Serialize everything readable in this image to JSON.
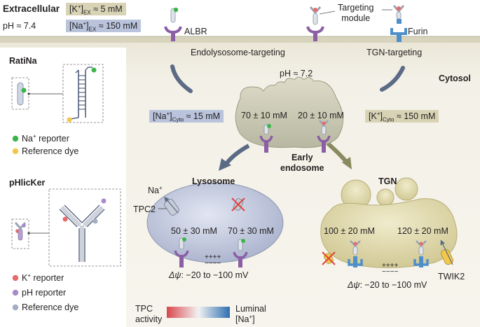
{
  "extracellular": {
    "title": "Extracellular",
    "ph": "pH ≈ 7.4",
    "k_ex": {
      "pre": "[K",
      "sup": "+",
      "mid": "]",
      "sub": "EX",
      "post": " ≈ 5 mM"
    },
    "na_ex": {
      "pre": "[Na",
      "sup": "+",
      "mid": "]",
      "sub": "EX",
      "post": " ≈ 150 mM"
    }
  },
  "membrane": {
    "albr": "ALBR",
    "targeting_module": "Targeting\nmodule",
    "furin": "Furin",
    "endolysosome_targeting": "Endolysosome-targeting",
    "tgn_targeting": "TGN-targeting"
  },
  "cytosol": {
    "title": "Cytosol",
    "na_cyto": {
      "pre": "[Na",
      "sup": "+",
      "mid": "]",
      "sub": "Cyto",
      "post": " ≈ 15 mM"
    },
    "k_cyto": {
      "pre": "[K",
      "sup": "+",
      "mid": "]",
      "sub": "Cyto",
      "post": " ≈ 150 mM"
    }
  },
  "legend": {
    "ratina_title": "RatiNa",
    "na_reporter": {
      "text": "Na",
      "sup": "+",
      "post": " reporter"
    },
    "reference_dye_1": "Reference dye",
    "phlicker_title": "pHlicKer",
    "k_reporter": {
      "text": "K",
      "sup": "+",
      "post": " reporter"
    },
    "ph_reporter": "pH reporter",
    "reference_dye_2": "Reference dye"
  },
  "early_endosome": {
    "ph": "pH ≈ 7.2",
    "na_value": "70 ± 10 mM",
    "k_value": "20 ± 10 mM",
    "label": "Early\nendosome"
  },
  "lysosome": {
    "title": "Lysosome",
    "na_ion": {
      "text": "Na",
      "sup": "+"
    },
    "tpc2": "TPC2",
    "na_value": "50 ± 30 mM",
    "k_value": "70 ± 30 mM",
    "plus": "++++",
    "minus": "−−−−",
    "potential": {
      "sym": "Δψ",
      "post": ": −20 to −100 mV"
    }
  },
  "tgn": {
    "title": "TGN",
    "na_value": "100 ± 20 mM",
    "k_value": "120 ± 20 mM",
    "plus": "++++",
    "minus": "−−−−",
    "potential": {
      "sym": "Δψ",
      "post": ": −20 to −100 mV"
    },
    "twik2": "TWIK2"
  },
  "gradient_legend": {
    "left": "TPC\nactivity",
    "right_line1": "Luminal",
    "right_line2": {
      "pre": "[Na",
      "sup": "+",
      "post": "]"
    }
  },
  "colors": {
    "membrane_bg": "#e8e4d2",
    "cytosol_bg": "#f0ede0",
    "yellow_box": "#d9d3b6",
    "blue_box": "#b9c4dc",
    "endosome": "#ccccb8",
    "lysosome": "#c3c9de",
    "tgn": "#ddd6a8",
    "purple": "#8b5fa6",
    "blue_receptor": "#4f8fc9",
    "na_green": "#3bb54a",
    "k_red": "#e86a6a",
    "dye_yellow": "#f2c84b",
    "gradient_red": "#d9474c",
    "gradient_blue": "#2f6fb0"
  }
}
